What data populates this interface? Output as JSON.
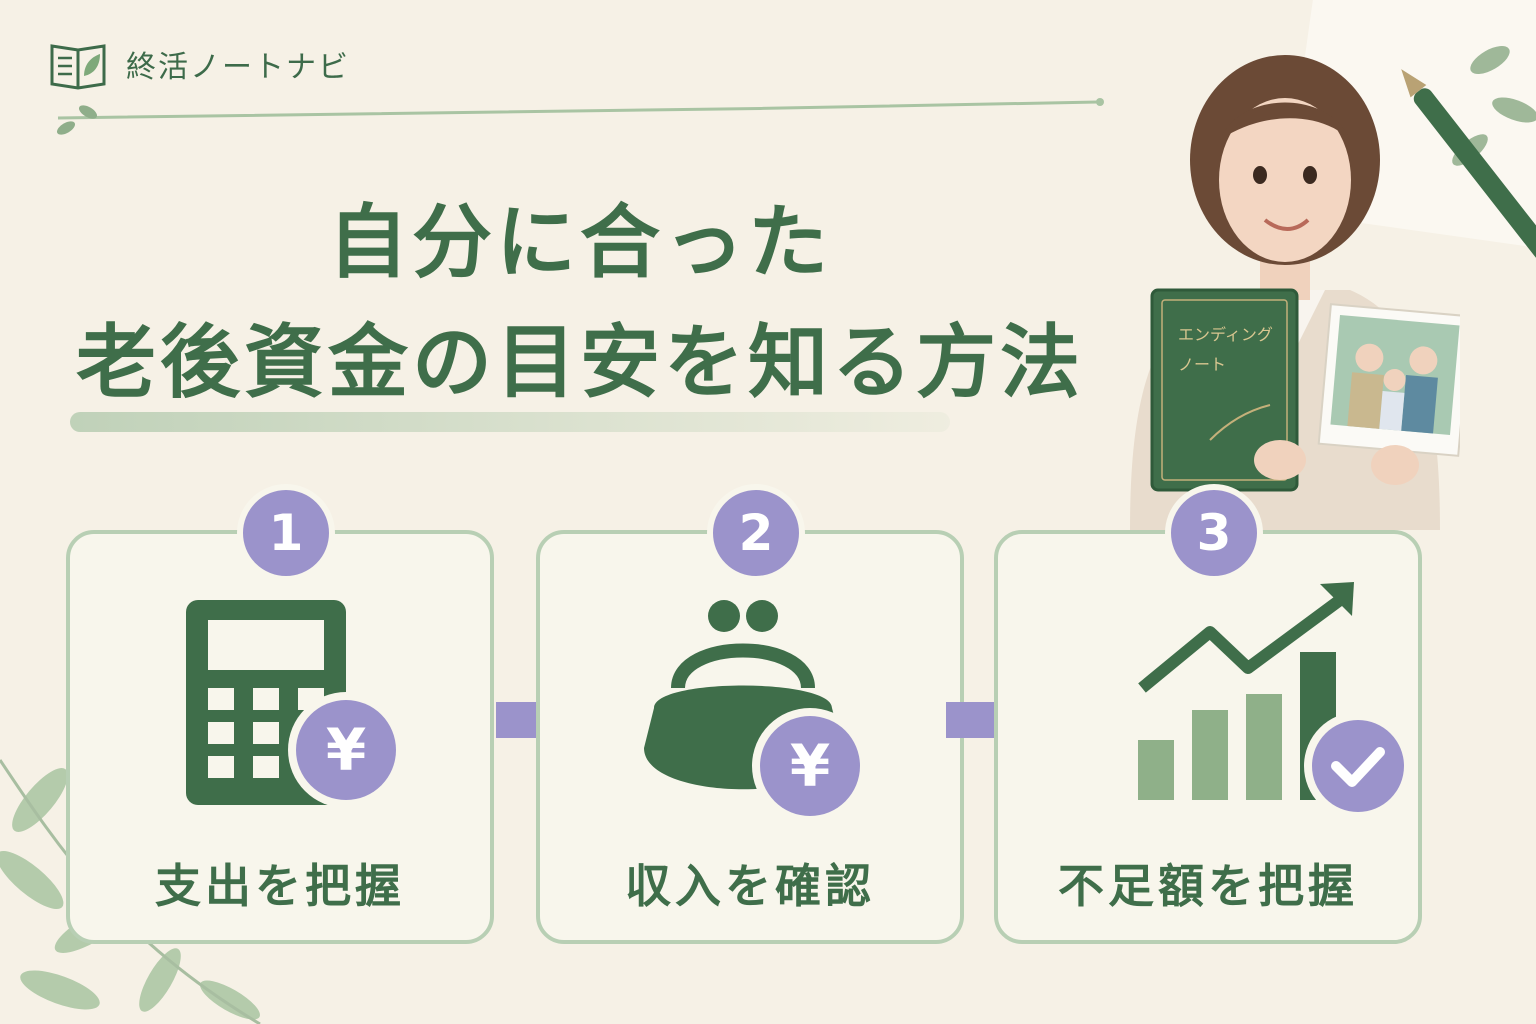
{
  "brand": {
    "name": "終活ノートナビ",
    "icon": "book-leaf-icon"
  },
  "headline": {
    "line1": "自分に合った",
    "line2": "老後資金の目安を知る方法"
  },
  "illustration": {
    "book_title_line1": "エンディング",
    "book_title_line2": "ノート"
  },
  "steps": [
    {
      "number": "1",
      "label": "支出を把握",
      "icon": "calculator-yen-icon"
    },
    {
      "number": "2",
      "label": "収入を確認",
      "icon": "coin-purse-yen-icon"
    },
    {
      "number": "3",
      "label": "不足額を把握",
      "icon": "bar-chart-check-icon"
    }
  ],
  "symbols": {
    "yen": "¥"
  },
  "colors": {
    "green": "#3f6e4a",
    "purple": "#9b93cb",
    "card_border": "#b8cfb4",
    "background": "#f6f1e6"
  }
}
